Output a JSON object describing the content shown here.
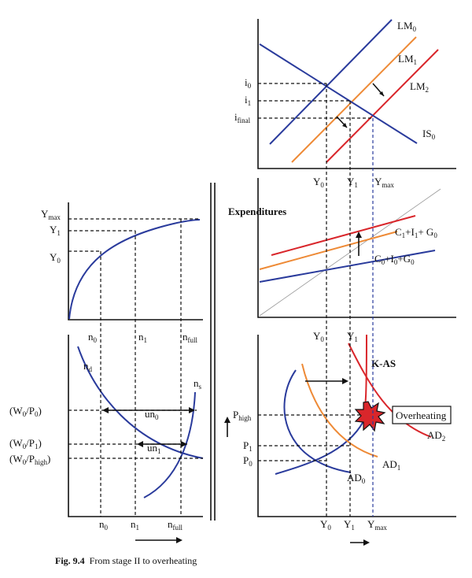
{
  "labels": {
    "lm0": "LM",
    "lm0_sub": "0",
    "lm1": "LM",
    "lm1_sub": "1",
    "lm2": "LM",
    "lm2_sub": "2",
    "is0": "IS",
    "is0_sub": "0",
    "i0": "i",
    "i0_sub": "0",
    "i1": "i",
    "i1_sub": "1",
    "ifinal": "i",
    "ifinal_sub": "final",
    "y0": "Y",
    "y0_sub": "0",
    "y1": "Y",
    "y1_sub": "1",
    "ymax": "Y",
    "ymax_sub": "max",
    "expenditures": "Expenditures",
    "c1": "C",
    "c1_sub": "1",
    "plus_i1": "+I",
    "i1b_sub": "1",
    "plus_g1": "+ G",
    "g1_sub": "0",
    "c0": "C",
    "c0_sub": "0",
    "plus_i0": "+I",
    "i0b_sub": "0",
    "plus_g0": "+G",
    "g0_sub": "0",
    "n0": "n",
    "n0_sub": "0",
    "n1": "n",
    "n1_sub": "1",
    "nfull": "n",
    "nfull_sub": "full",
    "nd": "n",
    "nd_sub": "d",
    "ns": "n",
    "ns_sub": "s",
    "un0": "un",
    "un0_sub": "0",
    "un1": "un",
    "un1_sub": "1",
    "w0p0": "(W",
    "w0p0_s1": "0",
    "w0p0_mid": "/P",
    "w0p0_s2": "0",
    "w0p0_end": ")",
    "w0p1": "(W",
    "w0p1_s1": "0",
    "w0p1_mid": "/P",
    "w0p1_s2": "1",
    "w0p1_end": ")",
    "w0ph": "(W",
    "w0ph_s1": "0",
    "w0ph_mid": "/P",
    "w0ph_s2": "high",
    "w0ph_end": ")",
    "phigh": "P",
    "phigh_sub": "high",
    "p1": "P",
    "p1_sub": "1",
    "p0": "P",
    "p0_sub": "0",
    "kas": "K-AS",
    "overheating": "Overheating",
    "ad0": "AD",
    "ad0_sub": "0",
    "ad1": "AD",
    "ad1_sub": "1",
    "ad2": "AD",
    "ad2_sub": "2"
  },
  "caption": {
    "fig": "Fig. 9.4",
    "text": "From stage II to overheating"
  },
  "colors": {
    "blue": "#2a3b9c",
    "orange": "#ee8a36",
    "red": "#d9262b"
  }
}
